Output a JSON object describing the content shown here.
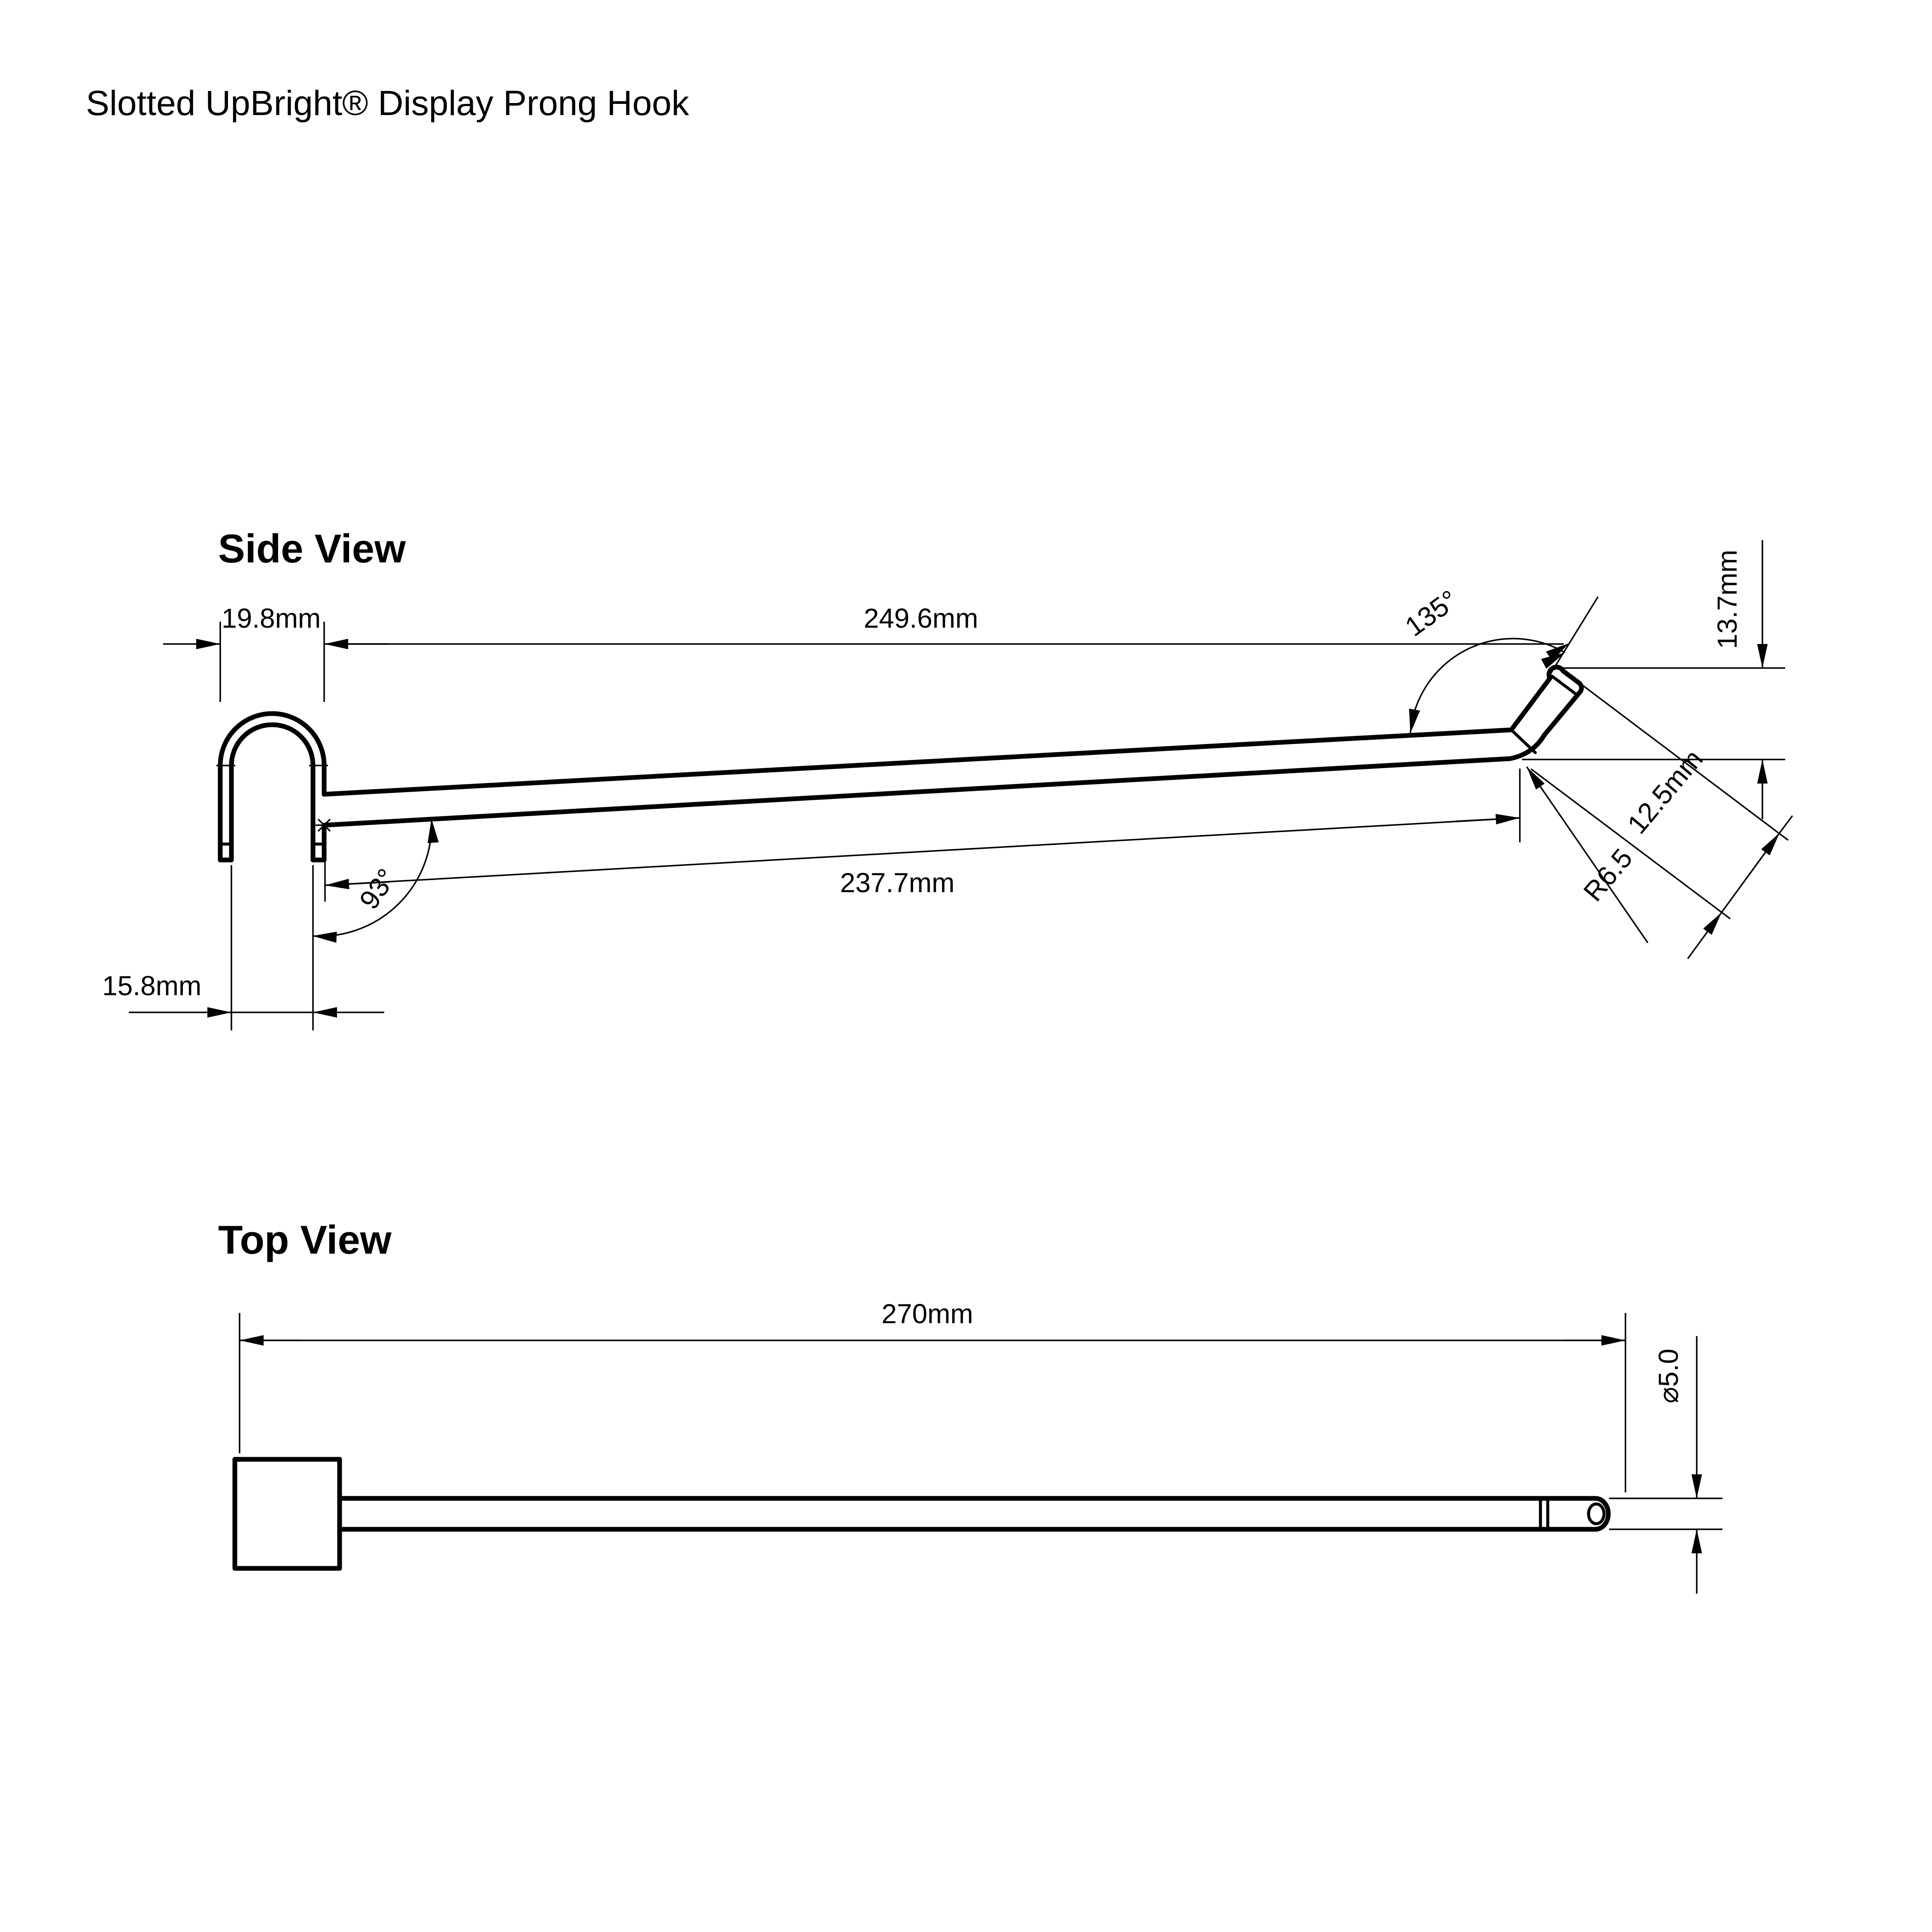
{
  "title": "Slotted UpBright® Display Prong Hook",
  "side_view": {
    "label": "Side View",
    "dimensions": {
      "hook_outer_width": "19.8mm",
      "prong_overall_length": "249.6mm",
      "tip_bend_angle": "135°",
      "tip_height": "13.7mm",
      "tip_length": "12.5mm",
      "bend_radius": "R6.5",
      "prong_bottom_length": "237.7mm",
      "prong_hook_angle": "93°",
      "hook_inner_width": "15.8mm"
    }
  },
  "top_view": {
    "label": "Top View",
    "dimensions": {
      "overall_length": "270mm",
      "rod_diameter": "⌀5.0"
    }
  },
  "colors": {
    "line": "#000000",
    "background": "#ffffff"
  }
}
